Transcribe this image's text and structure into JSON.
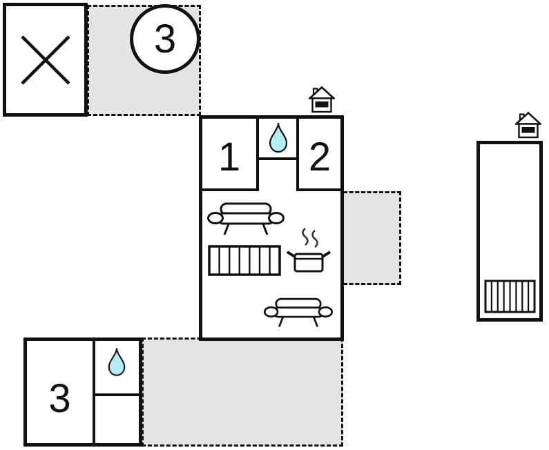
{
  "colors": {
    "wall": "#111111",
    "terrace_fill": "#e4e4e4",
    "water_drop_fill": "#b5edf4",
    "steam": "#333333",
    "background": "#ffffff"
  },
  "labels": {
    "circle_unit": "3",
    "main_room_1": "1",
    "main_room_2": "2",
    "unit_3": "3"
  },
  "icons": {
    "x_mark": "crossed-area-icon",
    "water_drop": "water-drop-icon",
    "sofa": "sofa-icon",
    "radiator": "radiator-icon",
    "stove": "stove-steam-icon",
    "entrance": "house-entrance-icon"
  }
}
